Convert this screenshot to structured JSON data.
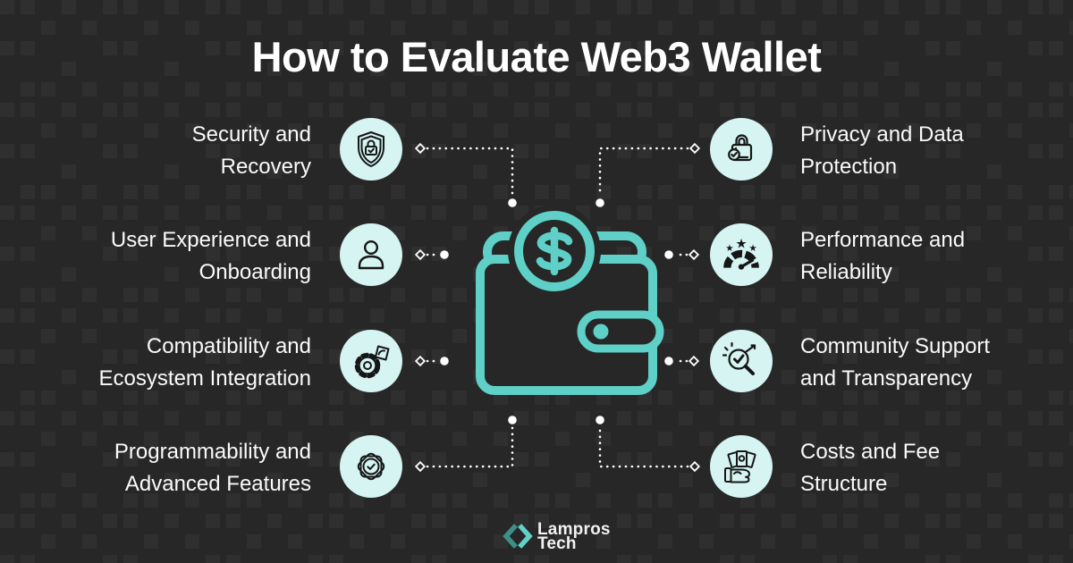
{
  "title": "How to Evaluate Web3 Wallet",
  "colors": {
    "background": "#272727",
    "pattern_square": "#2f2f2f",
    "icon_circle": "#d5f4f2",
    "icon_stroke": "#161616",
    "wallet_teal": "#5ed0c7",
    "connector": "#ffffff",
    "text": "#fafafa",
    "logo_bracket_left": "#3e8f8a",
    "logo_bracket_right": "#62d0c8"
  },
  "items_left": [
    {
      "line1": "Security and",
      "line2": "Recovery",
      "icon": "shield-check"
    },
    {
      "line1": "User Experience and",
      "line2": "Onboarding",
      "icon": "user"
    },
    {
      "line1": "Compatibility and",
      "line2": "Ecosystem Integration",
      "icon": "gear-integration"
    },
    {
      "line1": "Programmability and",
      "line2": "Advanced Features",
      "icon": "badge-check"
    }
  ],
  "items_right": [
    {
      "line1": "Privacy and Data",
      "line2": "Protection",
      "icon": "lock-check"
    },
    {
      "line1": "Performance and",
      "line2": "Reliability",
      "icon": "gauge-stars"
    },
    {
      "line1": "Community Support",
      "line2": "and Transparency",
      "icon": "magnifier-check"
    },
    {
      "line1": "Costs and Fee",
      "line2": "Structure",
      "icon": "hand-money"
    }
  ],
  "center_icon": "wallet-with-coin",
  "logo": {
    "line1": "Lampros",
    "line2": "Tech"
  }
}
